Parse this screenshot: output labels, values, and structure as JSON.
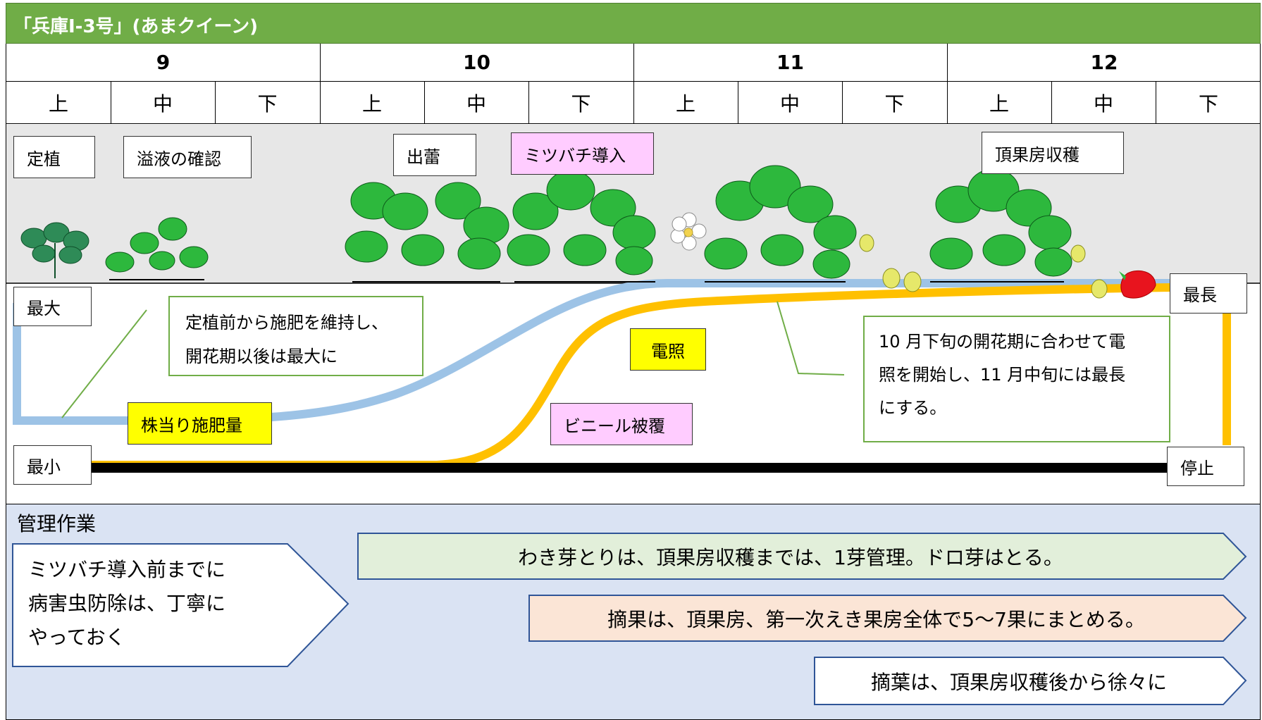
{
  "title": "「兵庫I-3号」(あまクイーン)",
  "months": [
    "9",
    "10",
    "11",
    "12"
  ],
  "periods": [
    "上",
    "中",
    "下",
    "上",
    "中",
    "下",
    "上",
    "中",
    "下",
    "上",
    "中",
    "下"
  ],
  "stages": {
    "planting": "定植",
    "sap_check": "溢液の確認",
    "budding": "出蕾",
    "bees": "ミツバチ導入",
    "harvest": "頂果房収穫"
  },
  "levels": {
    "max_left": "最大",
    "min_left": "最小",
    "max_right": "最長",
    "stop_right": "停止"
  },
  "labels": {
    "fertilizer": "株当り施肥量",
    "lighting": "電照",
    "vinyl": "ビニール被覆"
  },
  "notes": {
    "fert_note": [
      "定植前から施肥を維持し、",
      "開花期以後は最大に"
    ],
    "light_note": [
      "10 月下旬の開花期に合わせて電",
      "照を開始し、11 月中旬には最長",
      "にする。"
    ]
  },
  "management": {
    "heading": "管理作業",
    "pest": [
      "ミツバチ導入前までに",
      "病害虫防除は、丁寧に",
      "やっておく"
    ],
    "arrows": [
      "わき芽とりは、頂果房収穫までは、1芽管理。ドロ芽はとる。",
      "摘果は、頂果房、第一次えき果房全体で5～7果にまとめる。",
      "摘葉は、頂果房収穫後から徐々に"
    ]
  },
  "colors": {
    "title_bg": "#70ad47",
    "fertilizer_curve": "#9dc3e6",
    "lighting_curve": "#ffc000",
    "plant_green": "#2db83d",
    "management_bg": "#dae3f3",
    "arrow1": "#e2efda",
    "arrow2": "#fbe5d6",
    "arrow3": "#ffffff"
  },
  "icons": [
    "strawberry-plant-icon",
    "strawberry-flower-icon",
    "strawberry-fruit-icon"
  ]
}
